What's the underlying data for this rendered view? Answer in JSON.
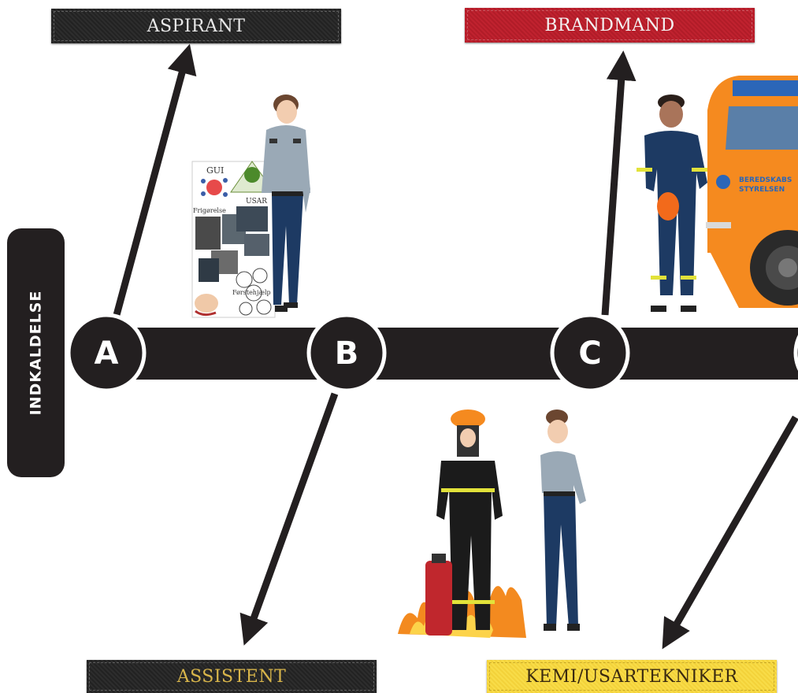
{
  "side_label": "INDKALDELSE",
  "nodes": [
    {
      "label": "A"
    },
    {
      "label": "B"
    },
    {
      "label": "C"
    },
    {
      "label": ""
    }
  ],
  "patches": {
    "aspirant": "ASPIRANT",
    "brandmand": "BRANDMAND",
    "assistent": "ASSISTENT",
    "kemi": "KEMI/USARTEKNIKER"
  },
  "poster": {
    "gui": "GUI",
    "usar": "USAR",
    "frigorelse": "Frigørelse",
    "forstehjaelp": "Førstehjælp"
  },
  "truck": {
    "logo_line1": "BEREDSKABS",
    "logo_line2": "STYRELSEN"
  },
  "colors": {
    "bar": "#231f20",
    "patch_black": "#262626",
    "patch_red": "#b81f2b",
    "patch_yellow": "#f5d63f",
    "truck_orange": "#f58a1f",
    "uniform_navy": "#1d3a63"
  }
}
